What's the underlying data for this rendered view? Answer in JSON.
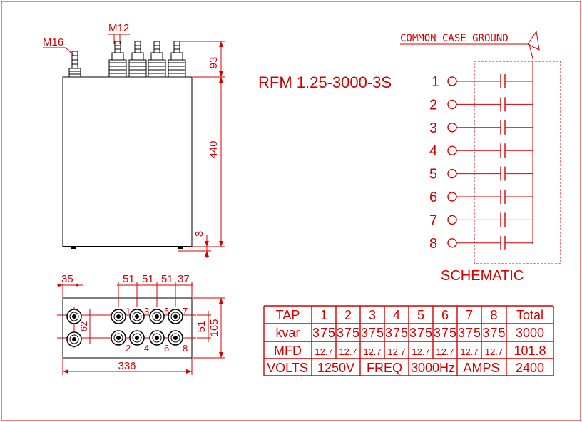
{
  "colors": {
    "line": "#d40000",
    "ink": "#000000",
    "body_fill": "#ffffff"
  },
  "front_view": {
    "thread_big": "M16",
    "thread_small": "M12",
    "dim_terminal_height": "93",
    "dim_case_height": "440",
    "dim_base": "3"
  },
  "top_view": {
    "dim_edge": "35",
    "dim_pitch_a": "51",
    "dim_pitch_b": "51",
    "dim_pitch_c": "51",
    "dim_edge_right": "37",
    "dim_row_spacing": "62",
    "dim_row_spacing_right": "51",
    "dim_depth": "165",
    "dim_width": "336",
    "terminal_labels_top": [
      "1",
      "3",
      "5",
      "7"
    ],
    "terminal_labels_bottom": [
      "2",
      "4",
      "6",
      "8"
    ]
  },
  "schematic": {
    "model": "RFM 1.25-3000-3S",
    "ground_label": "COMMON  CASE GROUND",
    "title": "SCHEMATIC",
    "taps": [
      "1",
      "2",
      "3",
      "4",
      "5",
      "6",
      "7",
      "8"
    ]
  },
  "spec_table": {
    "rows": [
      [
        "TAP",
        "1",
        "2",
        "3",
        "4",
        "5",
        "6",
        "7",
        "8",
        "Total"
      ],
      [
        "kvar",
        "375",
        "375",
        "375",
        "375",
        "375",
        "375",
        "375",
        "375",
        "3000"
      ],
      [
        "MFD",
        "12.7",
        "12.7",
        "12.7",
        "12.7",
        "12.7",
        "12.7",
        "12.7",
        "12.7",
        "101.8"
      ]
    ],
    "last_row": {
      "volts_label": "VOLTS",
      "volts_value": "1250V",
      "freq_label": "FREQ",
      "freq_value": "3000Hz",
      "amps_label": "AMPS",
      "amps_value": "2400"
    }
  }
}
